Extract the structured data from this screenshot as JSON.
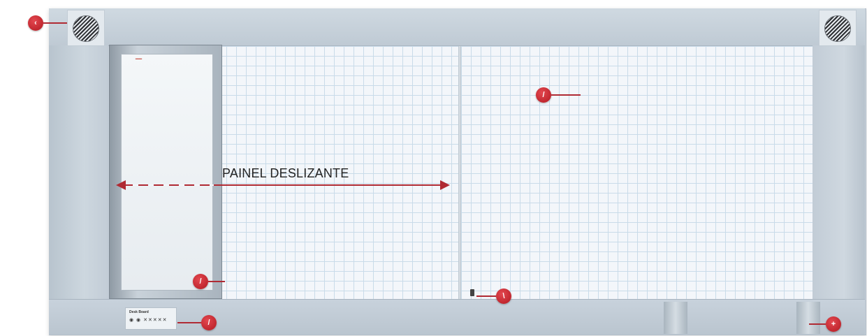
{
  "panel_label": "PAINEL DESLIZANTE",
  "nameplate": {
    "title": "Desk Board",
    "icons_text": "◉ ◉ ✕✕✕✕✕"
  },
  "callouts": [
    {
      "id": "speaker-left"
    },
    {
      "id": "board-surface"
    },
    {
      "id": "sliding-panel"
    },
    {
      "id": "pen-tray"
    },
    {
      "id": "control-plate"
    },
    {
      "id": "foot"
    }
  ],
  "colors": {
    "accent": "#c1272f",
    "frame": "#c5cfd8",
    "grid": "#c9dbe9"
  }
}
